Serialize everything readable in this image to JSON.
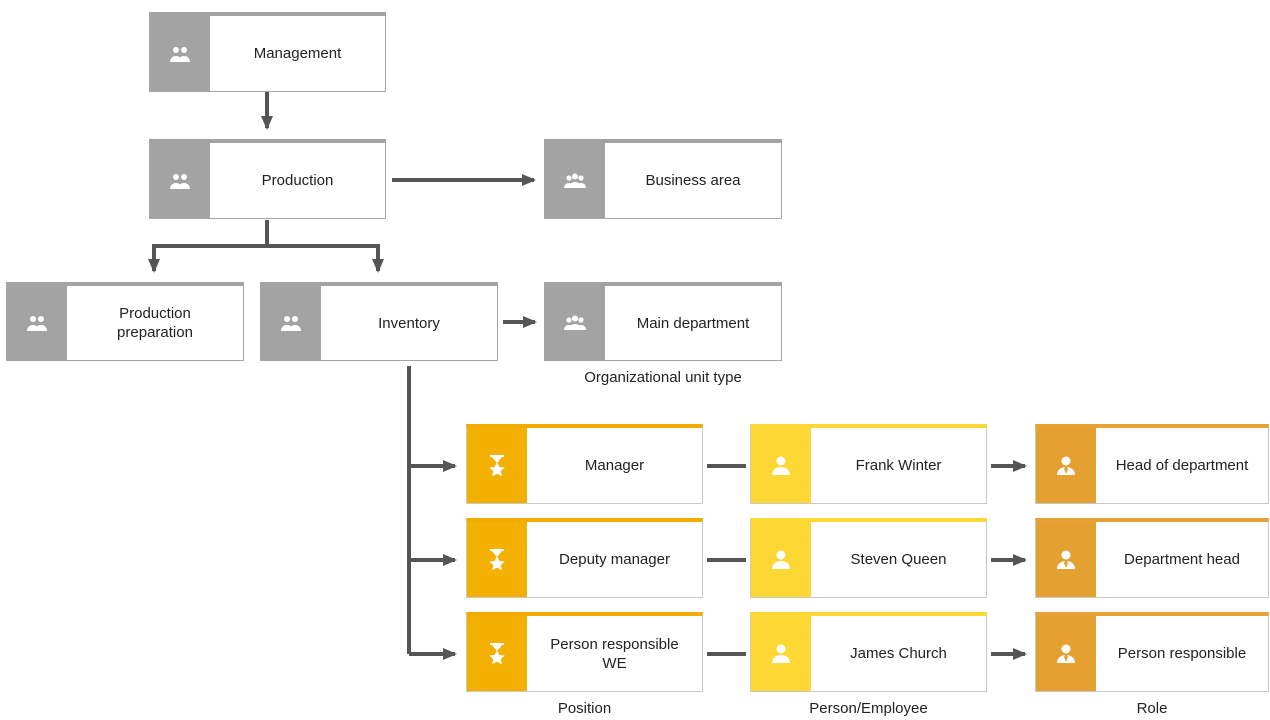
{
  "colors": {
    "org_unit": "#a3a3a3",
    "position": "#f4b000",
    "person": "#fdd835",
    "role": "#e5a032",
    "connector": "#555555"
  },
  "nodes": {
    "management": {
      "label": "Management",
      "icon": "people-group-icon"
    },
    "production": {
      "label": "Production",
      "icon": "people-group-icon"
    },
    "business_area": {
      "label": "Business area",
      "icon": "people-group-icon"
    },
    "production_preparation": {
      "label": "Production\npreparation",
      "icon": "people-group-icon"
    },
    "inventory": {
      "label": "Inventory",
      "icon": "people-group-icon"
    },
    "main_department": {
      "label": "Main department",
      "icon": "people-group-icon"
    },
    "manager": {
      "label": "Manager",
      "icon": "hourglass-star-icon"
    },
    "deputy_manager": {
      "label": "Deputy manager",
      "icon": "hourglass-star-icon"
    },
    "person_responsible_we": {
      "label": "Person responsible\nWE",
      "icon": "hourglass-star-icon"
    },
    "frank_winter": {
      "label": "Frank Winter",
      "icon": "person-icon"
    },
    "steven_queen": {
      "label": "Steven Queen",
      "icon": "person-icon"
    },
    "james_church": {
      "label": "James Church",
      "icon": "person-icon"
    },
    "head_of_department": {
      "label": "Head of department",
      "icon": "person-tie-icon"
    },
    "department_head": {
      "label": "Department head",
      "icon": "person-tie-icon"
    },
    "person_responsible": {
      "label": "Person responsible",
      "icon": "person-tie-icon"
    }
  },
  "captions": {
    "org_unit_type": "Organizational unit type",
    "position": "Position",
    "person_employee": "Person/Employee",
    "role": "Role"
  }
}
